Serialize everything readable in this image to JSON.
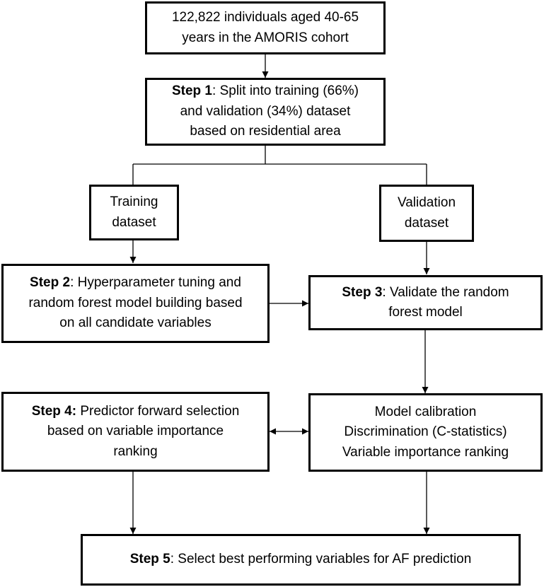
{
  "nodes": {
    "cohort": {
      "lines": [
        "122,822 individuals aged 40-65",
        "years in the AMORIS cohort"
      ]
    },
    "step1": {
      "bold": "Step 1",
      "rest": ": Split into training (66%)",
      "lines": [
        "and validation (34%) dataset",
        "based on residential area"
      ]
    },
    "training": {
      "lines": [
        "Training",
        "dataset"
      ]
    },
    "validation": {
      "lines": [
        "Validation",
        "dataset"
      ]
    },
    "step2": {
      "bold": "Step 2",
      "rest": ": Hyperparameter tuning and",
      "lines": [
        "random forest model building based",
        "on all candidate variables"
      ]
    },
    "step3": {
      "bold": "Step 3",
      "rest": ": Validate the random",
      "lines": [
        "forest model"
      ]
    },
    "step4": {
      "bold": "Step 4:",
      "rest": " Predictor forward selection",
      "lines": [
        "based on variable importance",
        "ranking"
      ]
    },
    "metrics": {
      "lines": [
        "Model calibration",
        "Discrimination (C-statistics)",
        "Variable importance ranking"
      ]
    },
    "step5": {
      "bold": "Step 5",
      "rest": ": Select best performing variables for AF prediction"
    }
  }
}
